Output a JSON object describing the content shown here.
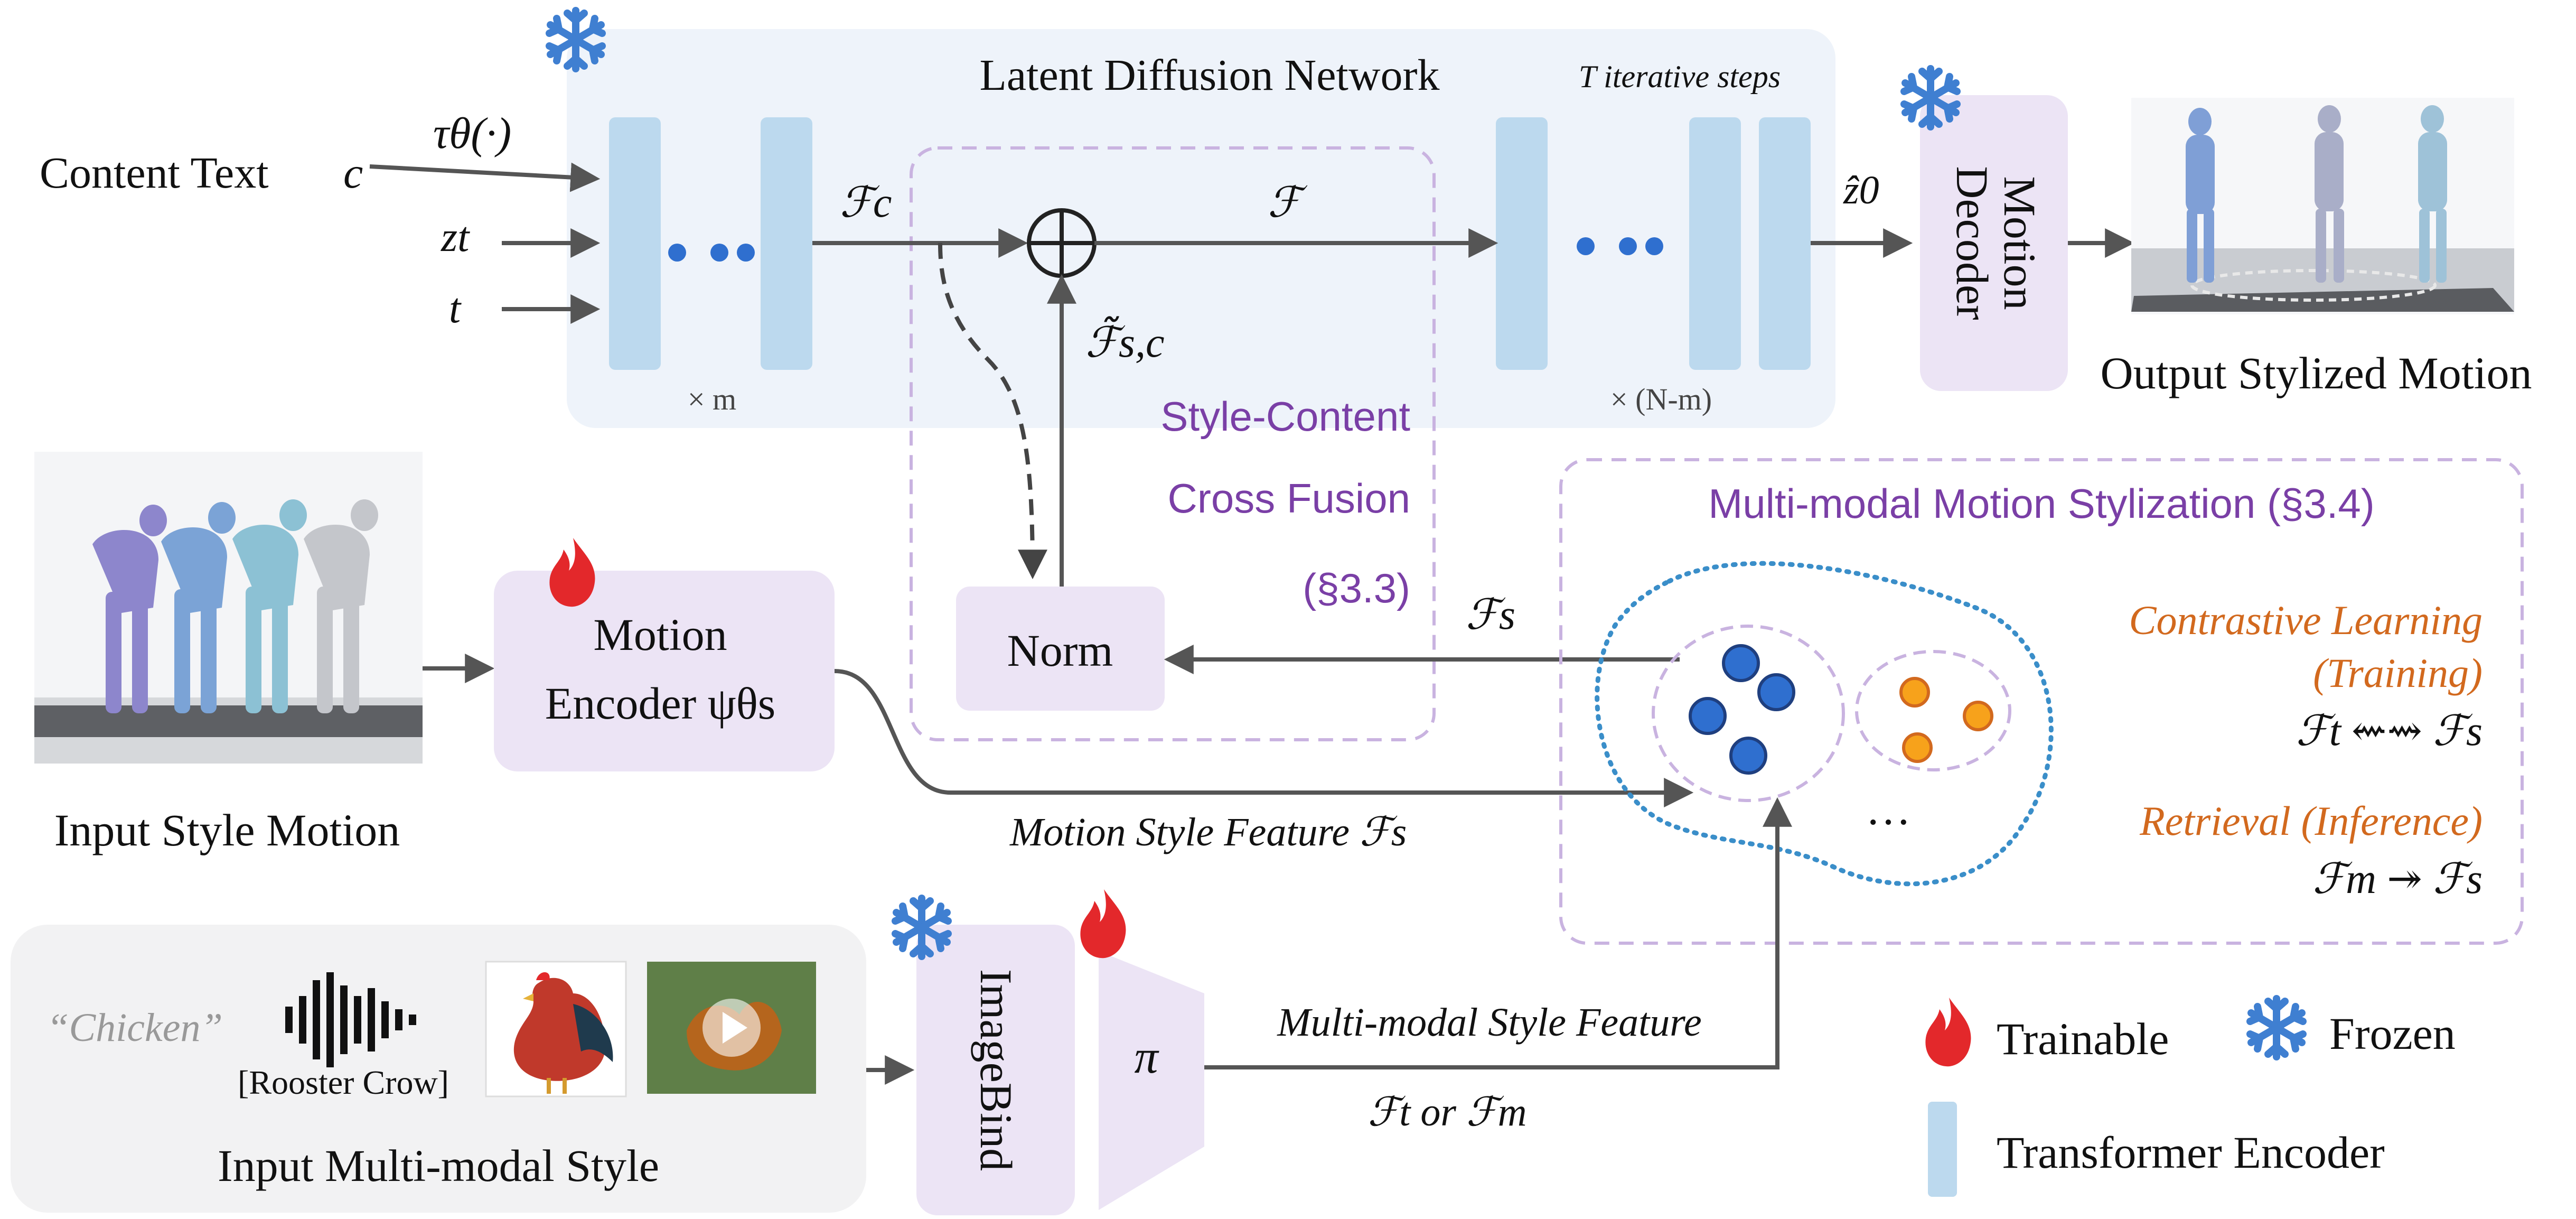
{
  "latent": {
    "title": "Latent Diffusion Network",
    "steps": "T iterative steps",
    "rep_m": "× m",
    "rep_nm": "× (N-m)"
  },
  "inputs": {
    "content_text": "Content Text",
    "c_sym": "c",
    "tau": "τθ(·)",
    "zt": "zt",
    "t": "t"
  },
  "features": {
    "fc": "ℱc",
    "f": "ℱ",
    "fsc": "ℱ̃s,c",
    "z0": "ẑ0",
    "fs_arrow": "ℱs",
    "motion_style_feature": "Motion Style Feature ℱs",
    "multimodal_style_feature": "Multi-modal Style Feature",
    "ft_or_fm": "ℱt  or  ℱm"
  },
  "fusion": {
    "line1": "Style-Content",
    "line2": "Cross Fusion",
    "ref": "(§3.3)",
    "norm": "Norm"
  },
  "decoder": {
    "line1": "Motion",
    "line2": "Decoder",
    "output_label": "Output Stylized Motion"
  },
  "encoder": {
    "line1": "Motion",
    "line2": "Encoder ψθs",
    "input_label": "Input Style Motion"
  },
  "stylization": {
    "title": "Multi-modal Motion Stylization (§3.4)",
    "contrastive1": "Contrastive Learning",
    "contrastive2": "(Training)",
    "contrastive_eq": "ℱt ⇜⇝ ℱs",
    "retrieval": "Retrieval (Inference)",
    "retrieval_eq": "ℱm ↠ ℱs",
    "ellipsis": "…"
  },
  "multimodal": {
    "chicken": "“Chicken”",
    "rooster": "[Rooster Crow]",
    "label": "Input Multi-modal Style",
    "imagebind": "ImageBind",
    "pi": "π"
  },
  "legend": {
    "trainable": "Trainable",
    "frozen": "Frozen",
    "transformer": "Transformer Encoder"
  },
  "colors": {
    "lavender": "#ece4f5",
    "dashed_purple": "#c9b3e0",
    "transformer_blue": "#bcd9ee",
    "latent_bg": "#eef3fa",
    "purple_text": "#7a3fa6",
    "orange_text": "#d2691e",
    "dot_blue": "#2f6fcf",
    "dot_orange": "#f7a21b",
    "snow_blue": "#3f7fd1",
    "flame_red": "#e3282b",
    "arrow_grey": "#555555"
  },
  "icons": [
    "snowflake-icon",
    "flame-icon",
    "waveform-icon",
    "rooster-image",
    "video-play-icon"
  ]
}
